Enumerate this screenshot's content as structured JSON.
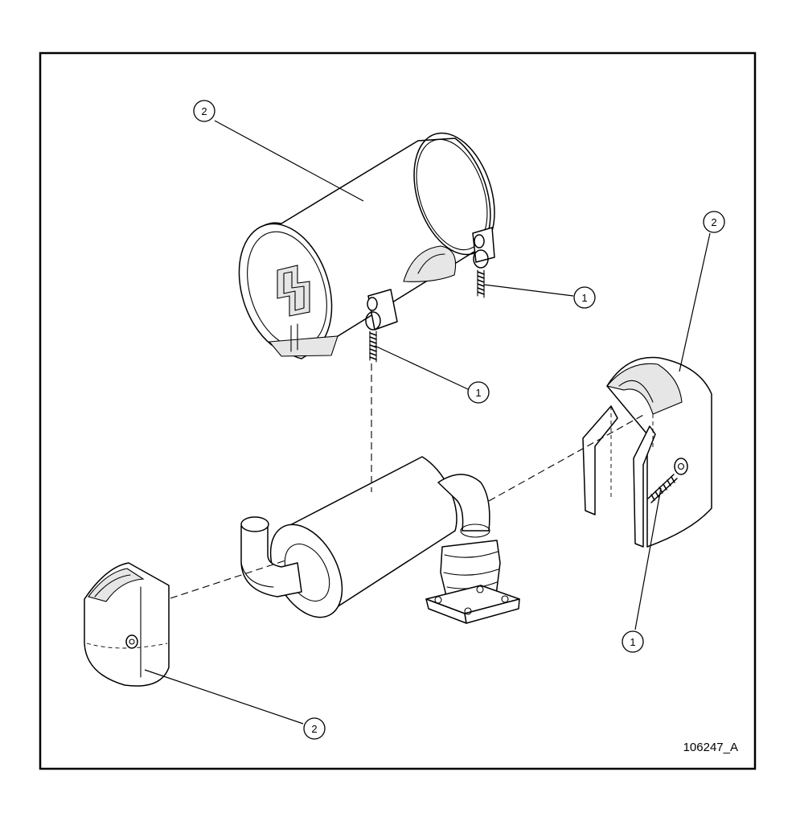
{
  "drawing_number": "106247_A",
  "callouts": {
    "top_canister": "2",
    "top_right_spring": "1",
    "top_left_spring": "1",
    "right_shield": "2",
    "right_shield_spring": "1",
    "left_shield": "2"
  }
}
